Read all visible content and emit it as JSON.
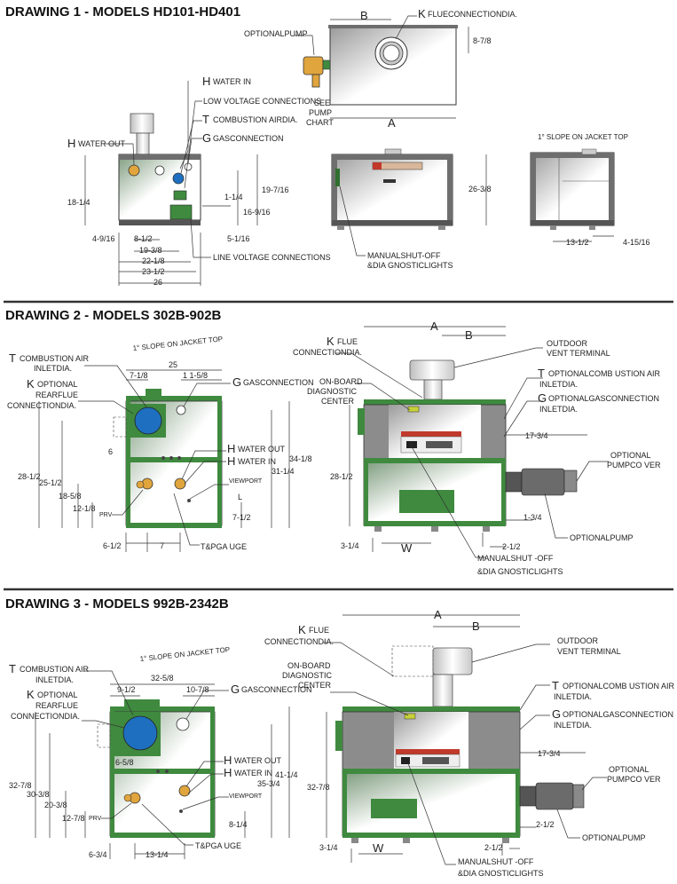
{
  "drawing1": {
    "title": "DRAWING 1 - MODELS HD101-HD401",
    "labels": {
      "optional_pump": "OPTIONALPUMP",
      "see_pump_chart_1": "SEE",
      "see_pump_chart_2": "PUMP",
      "see_pump_chart_3": "CHART",
      "k_letter": "K",
      "k_text": "FLUECONNECTIONDIA.",
      "h_in_letter": "H",
      "h_in_text": "WATER IN",
      "low_voltage": "LOW VOLTAGE CONNECTIONS",
      "t_letter": "T",
      "t_text": "COMBUSTION AIRDIA.",
      "g_letter": "G",
      "g_text": "GASCONNECTION",
      "h_out_letter": "H",
      "h_out_text": "WATER OUT",
      "line_voltage": "LINE VOLTAGE CONNECTIONS",
      "shutoff_1": "MANUALSHUT-OFF",
      "shutoff_2": "&DIA GNOSTICLIGHTS",
      "slope": "1° SLOPE ON JACKET TOP",
      "a": "A",
      "b": "B"
    },
    "dims": {
      "d_18_1_4": "18-1/4",
      "d_4_9_16": "4-9/16",
      "d_8_1_2": "8-1/2",
      "d_19_3_8": "19-3/8",
      "d_22_1_8": "22-1/8",
      "d_23_1_2": "23-1/2",
      "d_26": "26",
      "d_1_1_4": "1-1/4",
      "d_19_7_16": "19-7/16",
      "d_16_9_16": "16-9/16",
      "d_5_1_16": "5-1/16",
      "d_8_7_8": "8-7/8",
      "d_26_3_8": "26-3/8",
      "d_13_1_2": "13-1/2",
      "d_4_15_16": "4-15/16"
    }
  },
  "drawing2": {
    "title": "DRAWING 2 - MODELS 302B-902B",
    "labels": {
      "slope": "1° SLOPE ON JACKET TOP",
      "t_letter": "T",
      "t_text_1": "COMBUSTION AIR",
      "t_text_2": "INLETDIA.",
      "k_letter": "K",
      "k_text_1": "OPTIONAL",
      "k_text_2": "REARFLUE",
      "k_text_3": "CONNECTIONDIA.",
      "g_letter": "G",
      "g_text": "GASCONNECTION",
      "h_out_letter": "H",
      "h_out_text": "WATER OUT",
      "h_in_letter": "H",
      "h_in_text": "WATER IN",
      "viewport": "VIEWPORT",
      "l": "L",
      "prv": "PRV",
      "tp_gauge": "T&PGA   UGE",
      "k_flue_letter": "K",
      "k_flue_text_1": "FLUE",
      "k_flue_text_2": "CONNECTIONDIA.",
      "onboard_1": "ON-BOARD",
      "onboard_2": "DIAGNOSTIC",
      "onboard_3": "CENTER",
      "outdoor_1": "OUTDOOR",
      "outdoor_2": "VENT TERMINAL",
      "t_opt_letter": "T",
      "t_opt_text_1": "OPTIONALCOMB USTION AIR",
      "t_opt_text_2": "INLETDIA.",
      "g_opt_letter": "G",
      "g_opt_text_1": "OPTIONALGASCONNECTION",
      "g_opt_text_2": "INLETDIA.",
      "pump_cover_1": "OPTIONAL",
      "pump_cover_2": "PUMPCO VER",
      "optional_pump": "OPTIONALPUMP",
      "shutoff_1": "MANUALSHUT -OFF",
      "shutoff_2": "&DIA GNOSTICLIGHTS",
      "a": "A",
      "b": "B",
      "w": "W"
    },
    "dims": {
      "d_25": "25",
      "d_7_1_8": "7-1/8",
      "d_11_5_8": "1 1-5/8",
      "d_6": "6",
      "d_28_1_2": "28-1/2",
      "d_25_1_2": "25-1/2",
      "d_18_5_8": "18-5/8",
      "d_12_1_8": "12-1/8",
      "d_6_1_2": "6-1/2",
      "d_7": "7",
      "d_34_1_8": "34-1/8",
      "d_31_1_4": "31-1/4",
      "d_7_1_2": "7-1/2",
      "d_28_1_2_r": "28-1/2",
      "d_17_3_4": "17-3/4",
      "d_1_3_4": "1-3/4",
      "d_2_1_2": "2-1/2",
      "d_3_1_4": "3-1/4"
    }
  },
  "drawing3": {
    "title": "DRAWING 3 - MODELS 992B-2342B",
    "labels": {
      "slope": "1° SLOPE ON JACKET TOP",
      "t_letter": "T",
      "t_text_1": "COMBUSTION AIR",
      "t_text_2": "INLETDIA.",
      "k_letter": "K",
      "k_text_1": "OPTIONAL",
      "k_text_2": "REARFLUE",
      "k_text_3": "CONNECTIONDIA.",
      "g_letter": "G",
      "g_text": "GASCONNECTION",
      "h_out_letter": "H",
      "h_out_text": "WATER OUT",
      "h_in_letter": "H",
      "h_in_text": "WATER IN",
      "viewport": "VIEWPORT",
      "prv": "PRV",
      "tp_gauge": "T&PGA   UGE",
      "k_flue_letter": "K",
      "k_flue_text_1": "FLUE",
      "k_flue_text_2": "CONNECTIONDIA.",
      "onboard_1": "ON-BOARD",
      "onboard_2": "DIAGNOSTIC",
      "onboard_3": "CENTER",
      "outdoor_1": "OUTDOOR",
      "outdoor_2": "VENT TERMINAL",
      "t_opt_letter": "T",
      "t_opt_text_1": "OPTIONALCOMB USTION AIR",
      "t_opt_text_2": "INLETDIA.",
      "g_opt_letter": "G",
      "g_opt_text_1": "OPTIONALGASCONNECTION",
      "g_opt_text_2": "INLETDIA.",
      "pump_cover_1": "OPTIONAL",
      "pump_cover_2": "PUMPCO VER",
      "optional_pump": "OPTIONALPUMP",
      "shutoff_1": "MANUALSHUT -OFF",
      "shutoff_2": "&DIA GNOSTICLIGHTS",
      "a": "A",
      "b": "B",
      "w": "W"
    },
    "dims": {
      "d_32_5_8": "32-5/8",
      "d_9_1_2": "9-1/2",
      "d_10_7_8": "10-7/8",
      "d_6_5_8": "6-5/8",
      "d_32_7_8": "32-7/8",
      "d_30_3_8": "30-3/8",
      "d_20_3_8": "20-3/8",
      "d_12_7_8": "12-7/8",
      "d_6_3_4": "6-3/4",
      "d_13_1_4": "13-1/4",
      "d_41_1_4": "41-1/4",
      "d_35_3_4": "35-3/4",
      "d_8_1_4": "8-1/4",
      "d_32_7_8_r": "32-7/8",
      "d_17_3_4": "17-3/4",
      "d_2_1_2_a": "2-1/2",
      "d_2_1_2_b": "2-1/2",
      "d_3_1_4": "3-1/4"
    }
  },
  "colors": {
    "green": "#3f8a3f",
    "gray_panel": "#8c8c8c",
    "blue": "#1f6fc0",
    "frame": "#555555"
  }
}
